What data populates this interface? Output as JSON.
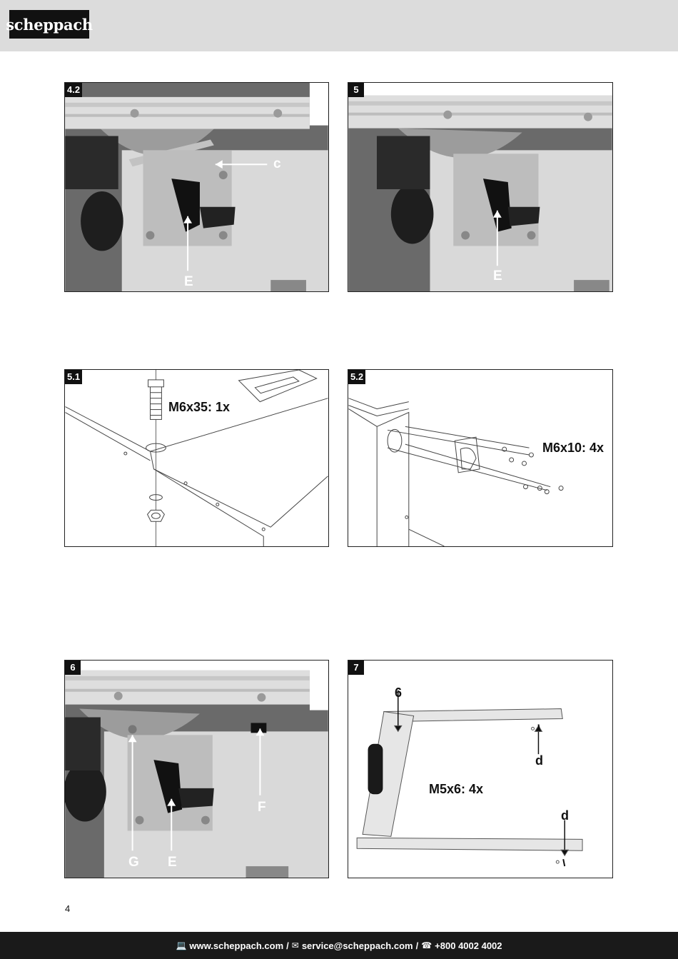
{
  "header": {
    "brand": "scheppach"
  },
  "figures": [
    {
      "id": "4.2",
      "labels": {
        "c": "c",
        "e": "E"
      }
    },
    {
      "id": "5",
      "labels": {
        "e": "E"
      }
    },
    {
      "id": "5.1",
      "labels": {
        "bolt": "M6x35: 1x"
      }
    },
    {
      "id": "5.2",
      "labels": {
        "screws": "M6x10: 4x"
      }
    },
    {
      "id": "6",
      "labels": {
        "g": "G",
        "e": "E",
        "f": "F"
      }
    },
    {
      "id": "7",
      "labels": {
        "six": "6",
        "d1": "d",
        "d2": "d",
        "screws": "M5x6: 4x"
      }
    }
  ],
  "page_number": "4",
  "footer": {
    "web": "www.scheppach.com",
    "sep1": "/",
    "email": "service@scheppach.com",
    "sep2": "/",
    "phone": "+800 4002 4002",
    "icons": [
      "laptop-icon",
      "mail-icon",
      "phone-icon"
    ]
  }
}
